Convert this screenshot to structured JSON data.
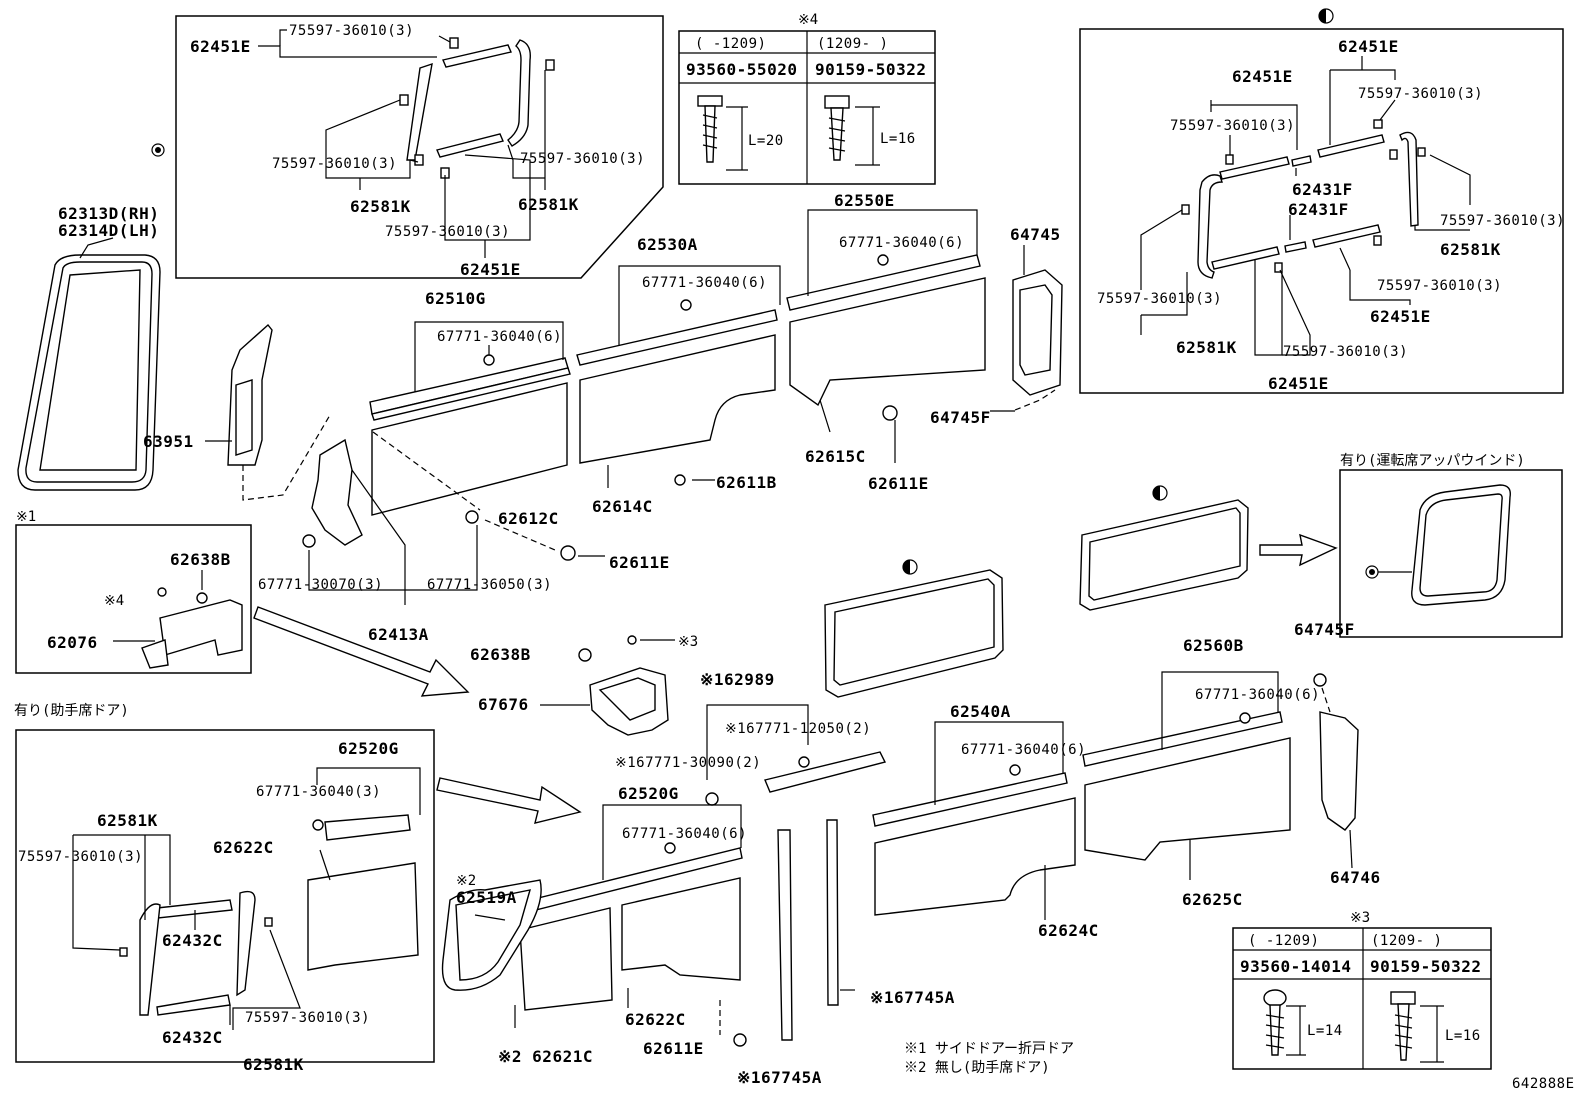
{
  "figure_id": "642888E",
  "notes": {
    "n1": "※1 サイドドアー折戸ドア",
    "n2": "※2 無し(助手席ドア)"
  },
  "labels": {
    "box_top_left": {
      "p62451E_a": "62451E",
      "c75597_a": "75597-36010(3)",
      "c75597_b": "75597-36010(3)",
      "c75597_c": "75597-36010(3)",
      "c75597_d": "75597-36010(3)",
      "p62581K_a": "62581K",
      "p62581K_b": "62581K",
      "p62451E_b": "62451E"
    },
    "screw_table_4": {
      "title": "※4",
      "col1_range": "(   -1209)",
      "col2_range": "(1209-    )",
      "col1_part": "93560-55020",
      "col2_part": "90159-50322",
      "col1_len": "L=20",
      "col2_len": "L=16"
    },
    "box_top_right": {
      "p62451E_top": "62451E",
      "p62451E_2": "62451E",
      "c_a": "75597-36010(3)",
      "c_b": "75597-36010(3)",
      "c_c": "75597-36010(3)",
      "c_d": "75597-36010(3)",
      "c_e": "75597-36010(3)",
      "c_f": "75597-36010(3)",
      "p62431F_a": "62431F",
      "p62431F_b": "62431F",
      "p62581K_a": "62581K",
      "p62581K_b": "62581K",
      "p62451E_c": "62451E",
      "p62451E_d": "62451E"
    },
    "main": {
      "p62313D": "62313D(RH)",
      "p62314D": "62314D(LH)",
      "p63951": "63951",
      "p62510G": "62510G",
      "c62510G": "67771-36040(6)",
      "p62530A": "62530A",
      "c62530A": "67771-36040(6)",
      "p62550E": "62550E",
      "c62550E": "67771-36040(6)",
      "p64745": "64745",
      "p64745F": "64745F",
      "p62615C": "62615C",
      "p62611E_a": "62611E",
      "p62611B": "62611B",
      "p62614C": "62614C",
      "p62612C": "62612C",
      "p62611E_b": "62611E",
      "c67771_30070": "67771-30070(3)",
      "c67771_36050": "67771-36050(3)",
      "p62413A": "62413A",
      "p62638B": "62638B",
      "n3": "※3",
      "p67676": "67676",
      "p62989": "※162989",
      "c67771_12050": "※167771-12050(2)",
      "c67771_30090": "※167771-30090(2)",
      "p62520G": "62520G",
      "c62520G": "67771-36040(6)",
      "p62519A": "62519A",
      "n2_mark": "※2",
      "p62621C": "※2 62621C",
      "p62622C": "62622C",
      "p62611E_c": "62611E",
      "p67745A_a": "※167745A",
      "p67745A_b": "※167745A",
      "p62540A": "62540A",
      "c62540A": "67771-36040(6)",
      "p62624C": "62624C",
      "p62560B": "62560B",
      "c62560B": "67771-36040(6)",
      "p62625C": "62625C",
      "p64745F_b": "64745F",
      "p64746": "64746"
    },
    "box_n1": {
      "title": "※1",
      "p62638B": "62638B",
      "n4": "※4",
      "p62076": "62076"
    },
    "box_passenger": {
      "title": "有り(助手席ドア)",
      "p62520G": "62520G",
      "c67771": "67771-36040(3)",
      "p62581K_a": "62581K",
      "c75597_a": "75597-36010(3)",
      "p62622C": "62622C",
      "p62432C_a": "62432C",
      "c75597_b": "75597-36010(3)",
      "p62432C_b": "62432C",
      "p62581K_b": "62581K"
    },
    "box_window": {
      "title": "有り(運転席アッパウインド)"
    },
    "screw_table_3": {
      "title": "※3",
      "col1_range": "(   -1209)",
      "col2_range": "(1209-    )",
      "col1_part": "93560-14014",
      "col2_part": "90159-50322",
      "col1_len": "L=14",
      "col2_len": "L=16"
    }
  }
}
